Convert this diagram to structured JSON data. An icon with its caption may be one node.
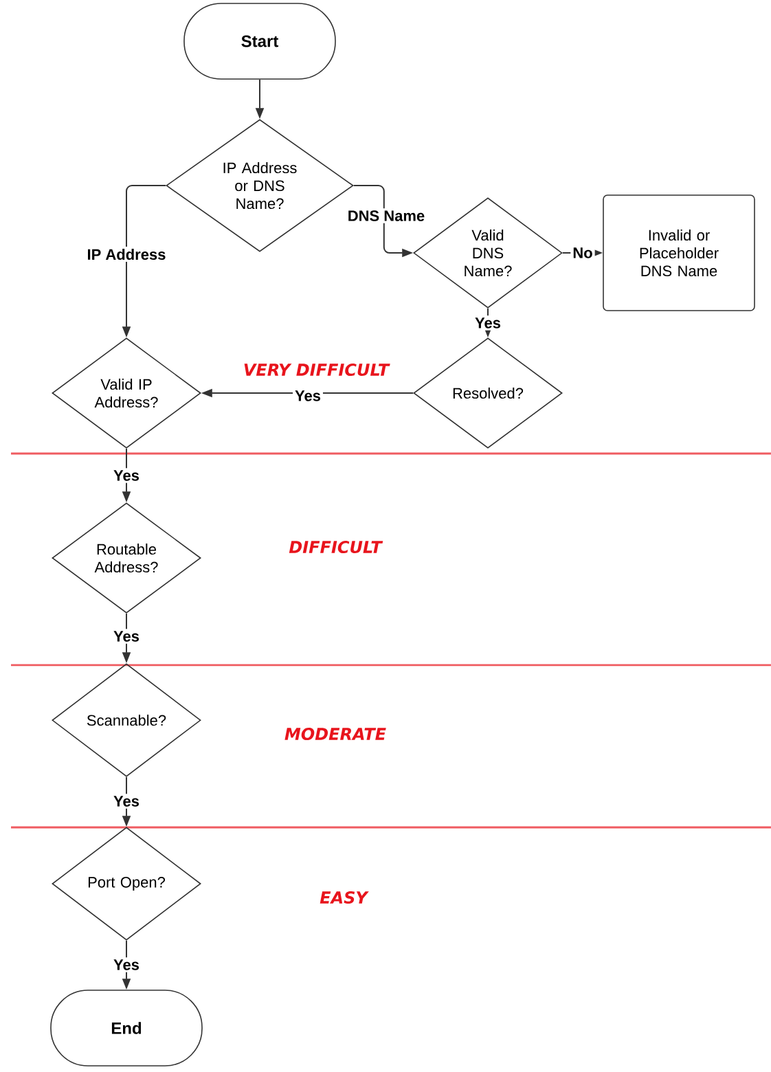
{
  "diagram": {
    "nodes": [
      {
        "text": [
          "Start"
        ]
      },
      {
        "text": [
          "IP Address or DNS Name?"
        ]
      },
      {
        "text": [
          "Valid DNS Name?"
        ]
      },
      {
        "text": [
          "Invalid or Placeholder DNS Name"
        ]
      },
      {
        "text": [
          "Resolved?"
        ]
      },
      {
        "text": [
          "Valid IP Address?"
        ]
      },
      {
        "text": [
          "Routable Address?"
        ]
      },
      {
        "text": [
          "Scannable?"
        ]
      },
      {
        "text": [
          "Port Open?"
        ]
      },
      {
        "text": [
          "End"
        ]
      }
    ],
    "edges": [
      {
        "from": 0,
        "to": 1,
        "arrow": "to"
      },
      {
        "from": 1,
        "to": 5,
        "arrow": "to",
        "label": "IP Address"
      },
      {
        "from": 1,
        "to": 2,
        "arrow": "to",
        "label": "DNS Name"
      },
      {
        "from": 2,
        "to": 3,
        "arrow": "to",
        "label": "No"
      },
      {
        "from": 2,
        "to": 4,
        "arrow": "to",
        "label": "Yes"
      },
      {
        "from": 4,
        "to": 5,
        "arrow": "to",
        "label": "Yes"
      },
      {
        "from": 5,
        "to": 6,
        "arrow": "to",
        "label": "Yes"
      },
      {
        "from": 6,
        "to": 7,
        "arrow": "to",
        "label": "Yes"
      },
      {
        "from": 7,
        "to": 8,
        "arrow": "to",
        "label": "Yes"
      },
      {
        "from": 8,
        "to": 9,
        "arrow": "to",
        "label": "Yes"
      }
    ],
    "labels": [
      "VERY DIFFICULT",
      "DIFFICULT",
      "MODERATE",
      "EASY"
    ]
  }
}
